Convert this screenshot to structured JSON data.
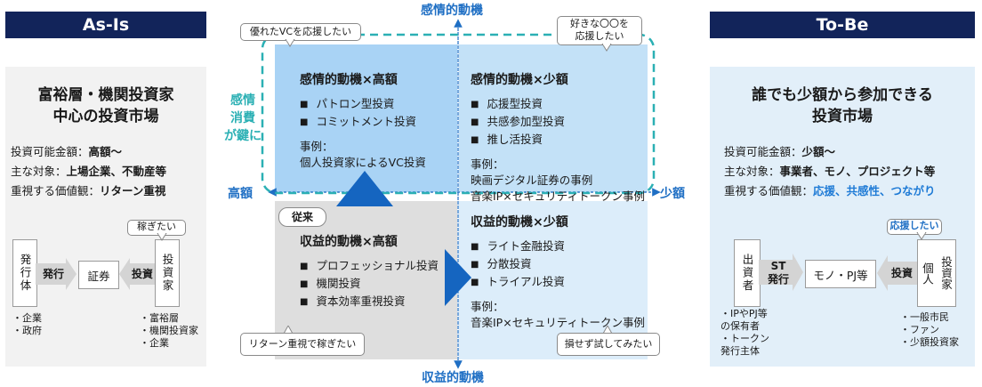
{
  "as_is": {
    "header": "As-Is",
    "title_lines": [
      "富裕層・機関投資家",
      "中心の投資市場"
    ],
    "investable_label": "投資可能金額：",
    "investable_value": "高額～",
    "targets_label": "主な対象：",
    "targets_value": "上場企業、不動産等",
    "values_label": "重視する価値観：",
    "values_value": "リターン重視",
    "issuer": "発行体",
    "issue_label": "発行",
    "securities": "証券",
    "invest_label": "投資",
    "investor": "投資家",
    "bubble": "稼ぎたい",
    "issuer_notes": [
      "・企業",
      "・政府"
    ],
    "investor_notes": [
      "・富裕層",
      "・機関投資家",
      "・企業"
    ]
  },
  "to_be": {
    "header": "To-Be",
    "title_lines": [
      "誰でも少額から参加できる",
      "投資市場"
    ],
    "investable_label": "投資可能金額：",
    "investable_value": "少額～",
    "targets_label": "主な対象：",
    "targets_value": "事業者、モノ、プロジェクト等",
    "values_label": "重視する価値観：",
    "values_value": "応援、共感性、つながり",
    "issuer": "出資者",
    "issue_label_lines": [
      "ST",
      "発行"
    ],
    "asset": "モノ・PJ等",
    "invest_label": "投資",
    "investor": "投資家",
    "individual": "個人",
    "bubble": "応援したい",
    "issuer_notes": [
      "・IPやPJ等",
      "の保有者",
      "・トークン",
      "発行主体"
    ],
    "investor_notes": [
      "・一般市民",
      "・ファン",
      "・少額投資家"
    ]
  },
  "matrix": {
    "axis_top": "感情的動機",
    "axis_bottom": "収益的動機",
    "axis_left": "高額",
    "axis_right": "少額",
    "emotion_label_lines": [
      "感情",
      "消費",
      "が鍵に"
    ],
    "conventional_tag": "従来",
    "bubbles": {
      "top_left": "優れたVCを応援したい",
      "top_right_lines": [
        "好きな〇〇を",
        "応援したい"
      ],
      "bottom_left": "リターン重視で稼ぎたい",
      "bottom_right": "損せず試してみたい"
    },
    "quadrants": {
      "top_left": {
        "title": "感情的動機×高額",
        "items": [
          "パトロン型投資",
          "コミットメント投資"
        ],
        "example_label": "事例：",
        "examples": [
          "個人投資家によるVC投資"
        ]
      },
      "top_right": {
        "title": "感情的動機×少額",
        "items": [
          "応援型投資",
          "共感参加型投資",
          "推し活投資"
        ],
        "example_label": "事例：",
        "examples": [
          "映画デジタル証券の事例",
          "音楽IP×セキュリティトークン事例"
        ]
      },
      "bottom_left": {
        "title": "収益的動機×高額",
        "items": [
          "プロフェッショナル投資",
          "機関投資",
          "資本効率重視投資"
        ]
      },
      "bottom_right": {
        "title": "収益的動機×少額",
        "items": [
          "ライト金融投資",
          "分散投資",
          "トライアル投資"
        ],
        "example_label": "事例：",
        "examples": [
          "音楽IP×セキュリティトークン事例"
        ]
      }
    }
  },
  "colors": {
    "navy": "#12245a",
    "accent_blue": "#1f6fc4",
    "top_left_fill": "#a9d3f5",
    "top_right_fill": "#c3e1f7",
    "bottom_left_fill": "#dedede",
    "bottom_right_fill": "#dcedfa",
    "arrow_blue": "#1565c0",
    "dashed_teal": "#2bb0b4"
  }
}
